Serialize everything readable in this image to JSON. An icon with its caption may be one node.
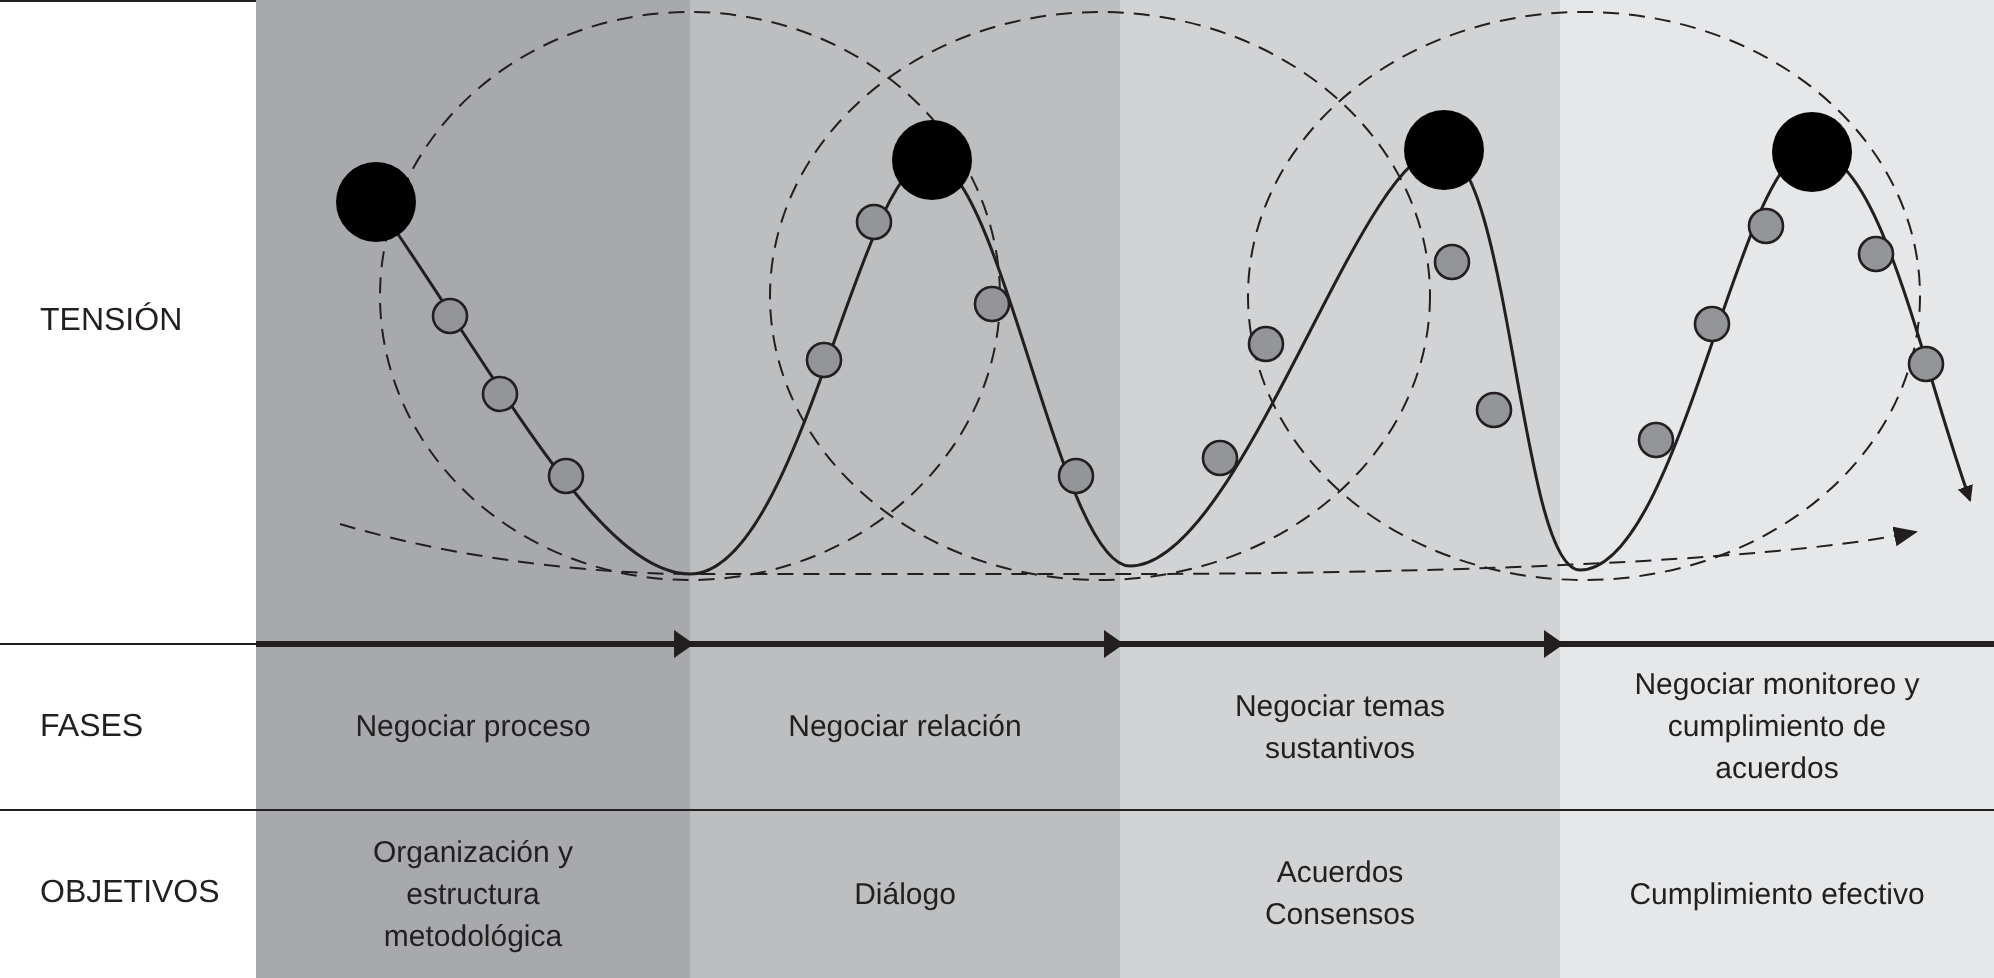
{
  "diagram": {
    "nodes": [
      {
        "text": [
          "Negociar proceso",
          "Organización y estructura metodológica"
        ]
      },
      {
        "text": [
          "Negociar relación",
          "Diálogo"
        ]
      },
      {
        "text": [
          "Negociar temas sustantivos",
          "Acuerdos Consensos"
        ]
      },
      {
        "text": [
          "Negociar monitoreo y cumplimiento de acuerdos",
          "Cumplimiento efectivo"
        ]
      }
    ],
    "labels": [
      "TENSIÓN",
      "FASES",
      "OBJETIVOS"
    ]
  }
}
